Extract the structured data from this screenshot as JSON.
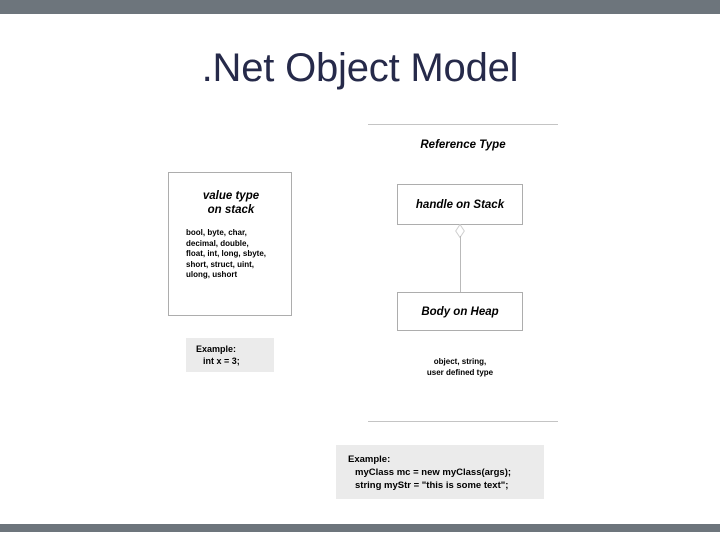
{
  "slide": {
    "title": ".Net Object Model",
    "title_color": "#262a4a",
    "bar_color": "#6d757c",
    "background": "#ffffff"
  },
  "value_type": {
    "heading_line1": "value type",
    "heading_line2": "on stack",
    "types_line1": "bool, byte, char,",
    "types_line2": "decimal, double,",
    "types_line3": "float, int, long, sbyte,",
    "types_line4": "short, struct, uint,",
    "types_line5": "ulong, ushort",
    "example": {
      "label": "Example:",
      "code_line1": "int x = 3;"
    }
  },
  "reference_type": {
    "heading": "Reference Type",
    "node_handle": "handle on Stack",
    "node_body": "Body on Heap",
    "connector": "aggregation-diamond",
    "types_line1": "object, string,",
    "types_line2": "user defined type",
    "example": {
      "label": "Example:",
      "code_line1": "myClass mc = new myClass(args);",
      "code_line2": "string myStr = \"this is some text\";"
    }
  }
}
